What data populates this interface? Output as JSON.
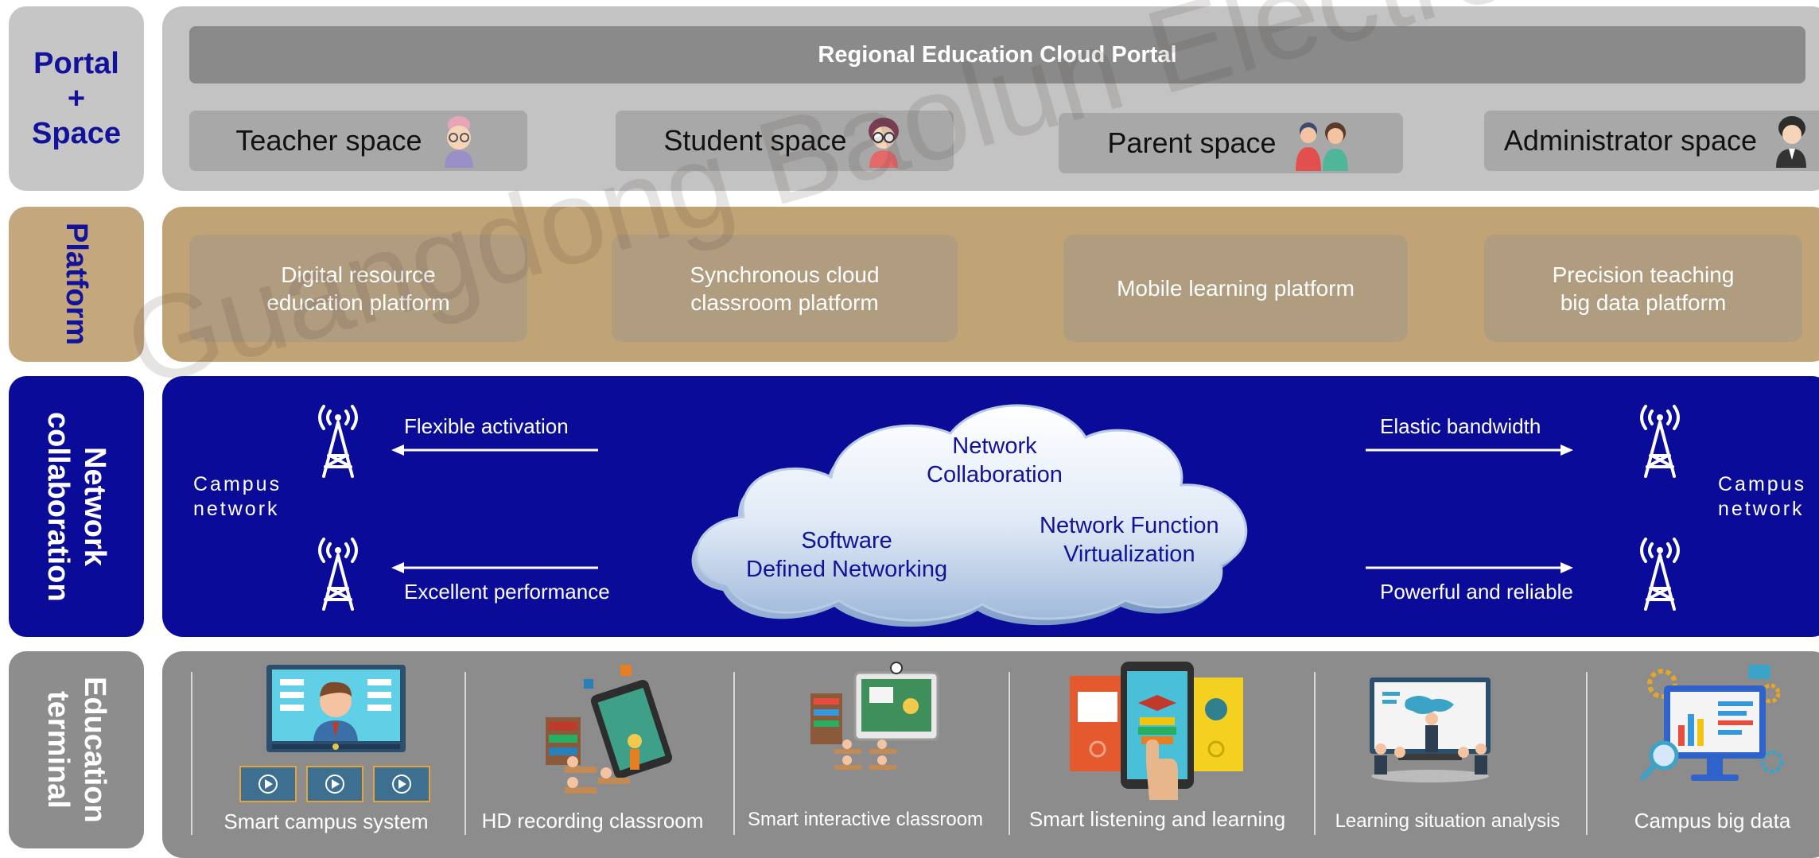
{
  "sidebar": {
    "portal_line1": "Portal",
    "portal_line2": "+",
    "portal_line3": "Space",
    "platform": "Platform",
    "network_line1": "Network",
    "network_line2": "collaboration",
    "terminal_line1": "Education",
    "terminal_line2": "terminal"
  },
  "portal": {
    "title": "Regional Education Cloud Portal",
    "spaces": [
      {
        "label": "Teacher space",
        "icon": "teacher-avatar-icon"
      },
      {
        "label": "Student space",
        "icon": "student-avatar-icon"
      },
      {
        "label": "Parent space",
        "icon": "parents-avatar-icon"
      },
      {
        "label": "Administrator space",
        "icon": "administrator-avatar-icon"
      }
    ]
  },
  "platform": {
    "items": [
      {
        "line1": "Digital resource",
        "line2": "education platform"
      },
      {
        "line1": "Synchronous cloud",
        "line2": "classroom platform"
      },
      {
        "line1": "Mobile learning platform",
        "line2": ""
      },
      {
        "line1": "Precision teaching",
        "line2": "big data platform"
      }
    ]
  },
  "network": {
    "left_campus_line1": "Campus",
    "left_campus_line2": "network",
    "right_campus_line1": "Campus",
    "right_campus_line2": "network",
    "flexible_activation": "Flexible activation",
    "excellent_performance": "Excellent performance",
    "elastic_bandwidth": "Elastic bandwidth",
    "powerful_reliable": "Powerful and reliable",
    "cloud": {
      "collab_line1": "Network",
      "collab_line2": "Collaboration",
      "sdn_line1": "Software",
      "sdn_line2": "Defined Networking",
      "nfv_line1": "Network Function",
      "nfv_line2": "Virtualization"
    }
  },
  "terminal": {
    "items": [
      {
        "label": "Smart campus system",
        "icon": "smart-campus-icon"
      },
      {
        "label": "HD recording classroom",
        "icon": "hd-recording-icon"
      },
      {
        "label": "Smart interactive classroom",
        "icon": "interactive-classroom-icon"
      },
      {
        "label": "Smart listening and learning",
        "icon": "listening-learning-icon"
      },
      {
        "label": "Learning situation analysis",
        "icon": "situation-analysis-icon"
      },
      {
        "label": "Campus big data",
        "icon": "big-data-icon"
      }
    ]
  },
  "watermark": "Guangdong Baolun Electronics Co., Ltd.",
  "colors": {
    "navy": "#0b0b9a",
    "platform_tan": "#c1a475",
    "portal_gray": "#c3c3c3",
    "terminal_gray": "#8c8c8c"
  }
}
